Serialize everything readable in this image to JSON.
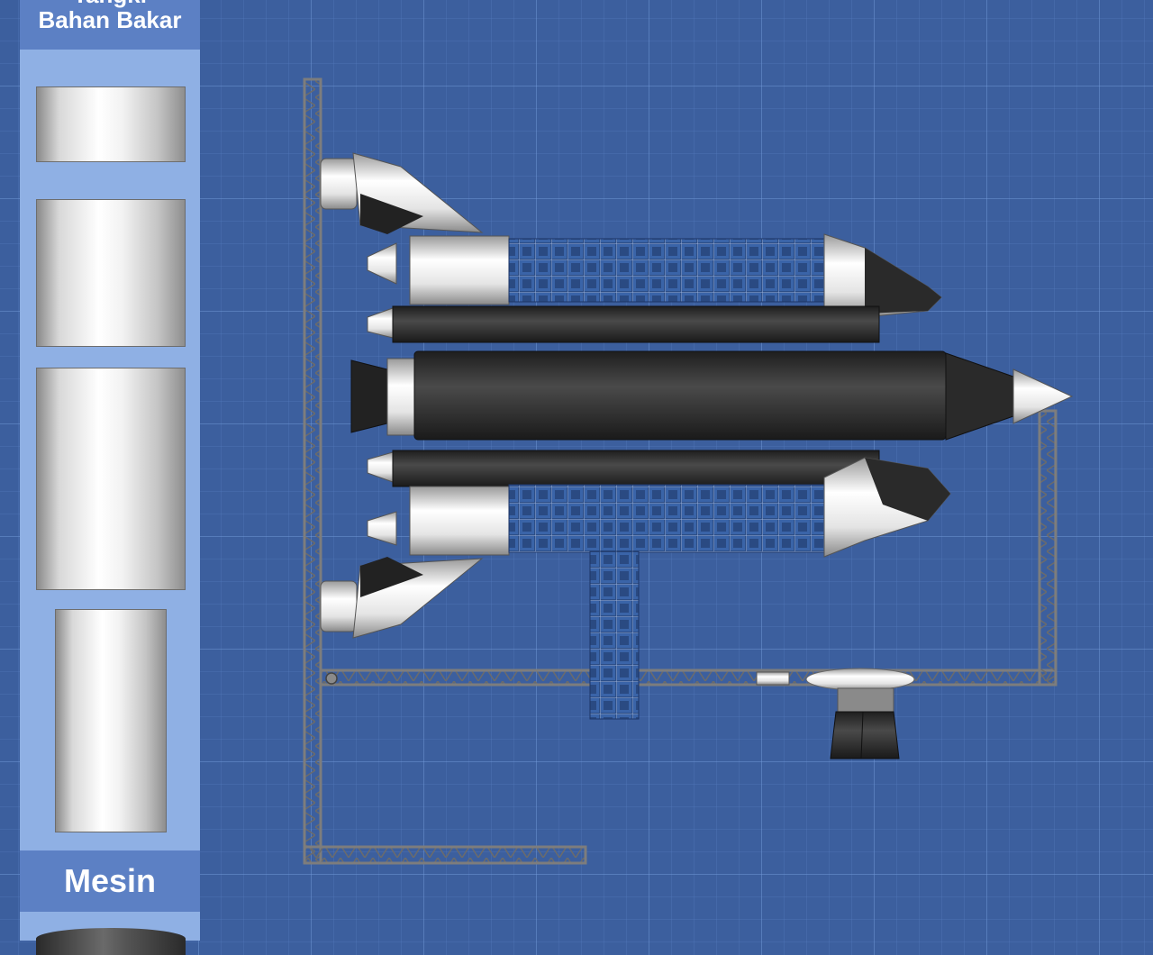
{
  "sidebar": {
    "sections": {
      "fuel_tanks": {
        "title_line1": "Tangki",
        "title_line2": "Bahan Bakar"
      },
      "engines": {
        "title": "Mesin"
      }
    },
    "parts": [
      {
        "name": "fuel-tank-short"
      },
      {
        "name": "fuel-tank-medium"
      },
      {
        "name": "fuel-tank-tall"
      },
      {
        "name": "fuel-tank-narrow"
      }
    ]
  },
  "colors": {
    "background": "#3c5f9e",
    "sidebar": "#8fb0e4",
    "section_header": "#5c80c4",
    "frame": "#7d7d7d",
    "dark_tank": "#2b2b2b",
    "solar_panel": "#2d4e86",
    "silver": "#d9d9d9"
  }
}
